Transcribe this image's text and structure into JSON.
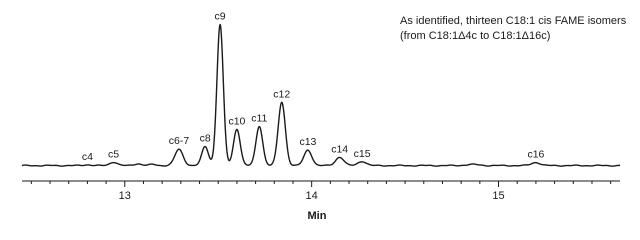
{
  "annotation": {
    "line1": "As identified, thirteen C18:1 cis FAME isomers",
    "line2": "(from C18:1Δ4c to C18:1Δ16c)"
  },
  "chart_data": {
    "type": "line",
    "xlabel": "Min",
    "ylabel": "",
    "xlim": [
      12.45,
      15.65
    ],
    "ylim": [
      0,
      100
    ],
    "xticks": [
      13,
      14,
      15
    ],
    "grid": false,
    "line_color": "#1a1a1a",
    "baseline": 1,
    "peaks": [
      {
        "label": "c4",
        "x": 12.8,
        "y": 0.6,
        "width": 0.02
      },
      {
        "label": "c5",
        "x": 12.94,
        "y": 2.5,
        "width": 0.02
      },
      {
        "label": "",
        "x": 13.07,
        "y": 1.3,
        "width": 0.02
      },
      {
        "label": "",
        "x": 13.15,
        "y": 0.8,
        "width": 0.02
      },
      {
        "label": "c6-7",
        "x": 13.29,
        "y": 11.5,
        "width": 0.022
      },
      {
        "label": "c8",
        "x": 13.43,
        "y": 13.5,
        "width": 0.018
      },
      {
        "label": "c9",
        "x": 13.51,
        "y": 100,
        "width": 0.017
      },
      {
        "label": "c10",
        "x": 13.6,
        "y": 26,
        "width": 0.018
      },
      {
        "label": "c11",
        "x": 13.72,
        "y": 28,
        "width": 0.018
      },
      {
        "label": "c12",
        "x": 13.84,
        "y": 45,
        "width": 0.019
      },
      {
        "label": "c13",
        "x": 13.98,
        "y": 11,
        "width": 0.021
      },
      {
        "label": "c14",
        "x": 14.15,
        "y": 6,
        "width": 0.022
      },
      {
        "label": "c15",
        "x": 14.27,
        "y": 3,
        "width": 0.022
      },
      {
        "label": "",
        "x": 14.86,
        "y": 0.8,
        "width": 0.035
      },
      {
        "label": "c16",
        "x": 15.2,
        "y": 2.2,
        "width": 0.024
      }
    ]
  }
}
